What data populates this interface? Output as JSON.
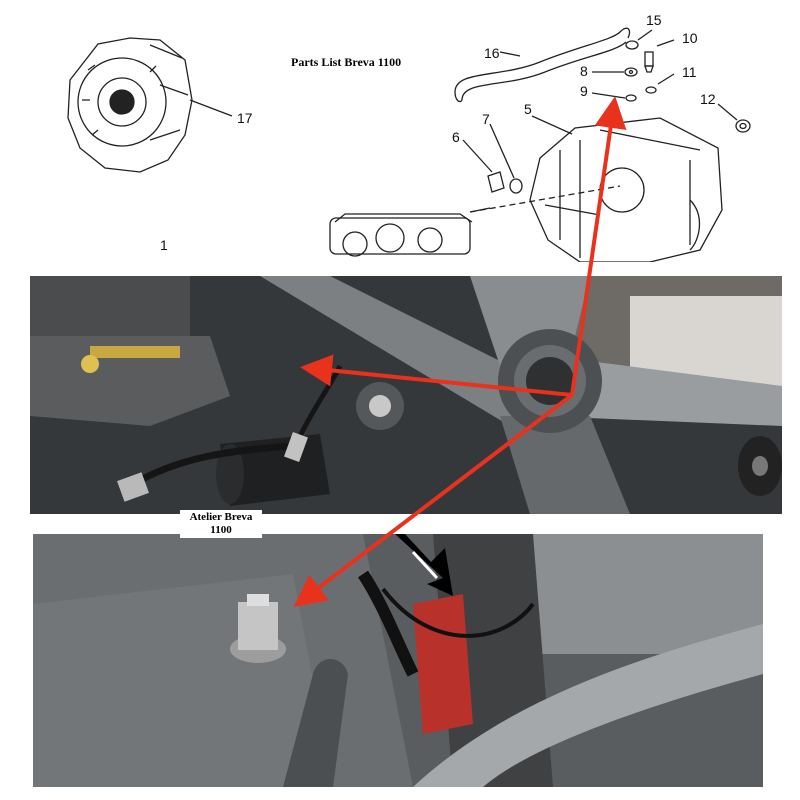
{
  "title": "Parts List Breva 1100",
  "atelier": "Atelier Breva 1100",
  "part_numbers": {
    "p17": "17",
    "p16": "16",
    "p15": "15",
    "p10": "10",
    "p8": "8",
    "p11": "11",
    "p9": "9",
    "p12": "12",
    "p6": "6",
    "p7": "7",
    "p5": "5",
    "p1": "1"
  },
  "colors": {
    "arrow": "#e8321c",
    "diagram_line": "#222222"
  }
}
